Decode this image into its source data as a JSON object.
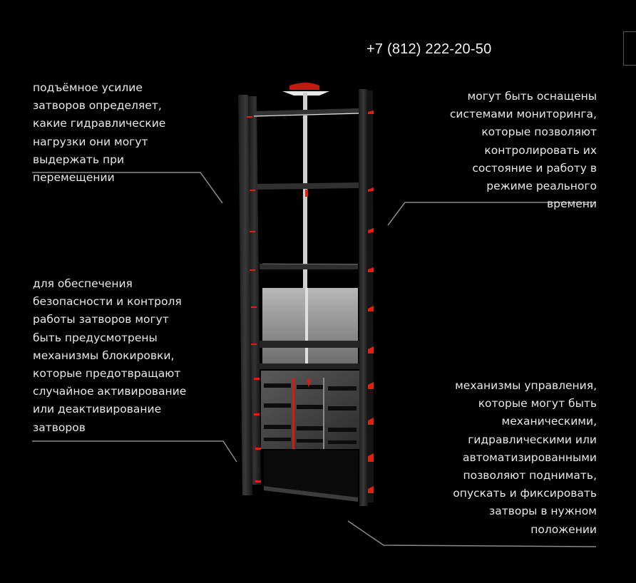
{
  "header": {
    "phone": "+7 (812) 222-20-50"
  },
  "colors": {
    "background": "#000000",
    "text": "#e8e8e8",
    "connector_line": "#8a8a8a",
    "accent_red": "#e02010",
    "frame_dark": "#2a2a2a",
    "panel_gray": "#9a9a9a"
  },
  "notes": [
    {
      "id": "lifting-force",
      "align": "left",
      "lines": [
        "подъёмное усилие",
        "затворов определяет,",
        "какие гидравлические",
        "нагрузки они могут",
        "выдержать при",
        "перемещении"
      ]
    },
    {
      "id": "monitoring",
      "align": "right",
      "lines": [
        "могут быть оснащены",
        "системами мониторинга,",
        "которые позволяют",
        "контролировать их",
        "состояние и работу в",
        "режиме реального",
        "времени"
      ]
    },
    {
      "id": "locking",
      "align": "left",
      "lines": [
        "для обеспечения",
        "безопасности и контроля",
        "работы затворов могут",
        "быть предусмотрены",
        "механизмы блокировки,",
        "которые предотвращают",
        "случайное активирование",
        "или деактивирование",
        "затворов"
      ]
    },
    {
      "id": "control",
      "align": "right",
      "lines": [
        "механизмы управления,",
        "которые могут быть",
        "механическими,",
        "гидравлическими или",
        "автоматизированными",
        "позволяют поднимать,",
        "опускать и фиксировать",
        "затворы в нужном",
        "положении"
      ]
    }
  ],
  "illustration": {
    "subject": "sluice-gate-3d-render"
  }
}
